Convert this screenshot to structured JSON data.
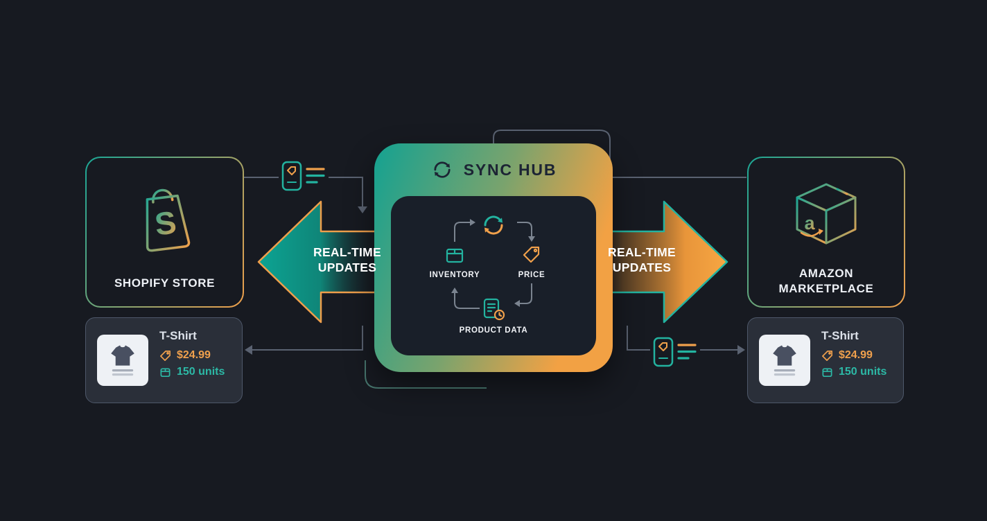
{
  "colors": {
    "background": "#171a21",
    "teal": "#1aa796",
    "orange": "#f0a04b"
  },
  "shopify": {
    "label": "SHOPIFY STORE",
    "monogram": "S"
  },
  "amazon": {
    "label": "AMAZON MARKETPLACE",
    "monogram": "a"
  },
  "sync_hub": {
    "title": "SYNC HUB",
    "nodes": {
      "inventory": "INVENTORY",
      "price": "PRICE",
      "product_data": "PRODUCT DATA"
    }
  },
  "arrows": {
    "left": "REAL-TIME UPDATES",
    "right": "REAL-TIME UPDATES"
  },
  "product_card": {
    "name": "T-Shirt",
    "price": "$24.99",
    "units": "150 units"
  }
}
